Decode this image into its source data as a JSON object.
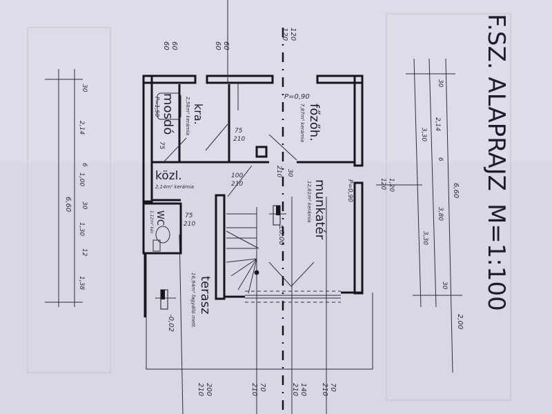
{
  "title": "F.SZ. ALAPRAJZ",
  "scale": "M=1:100",
  "rooms": {
    "mosdo": {
      "name": "mosdó",
      "height": "P=1,50",
      "dim": "75"
    },
    "kamra": {
      "name": "kra.",
      "area": "2,56m² kerámia",
      "door": [
        "75",
        "210"
      ]
    },
    "fozo": {
      "name": "főzőh.",
      "area": "7,87m² kerámia",
      "window": "P=0,90"
    },
    "kozl": {
      "name": "közl.",
      "area": "2,14m² kerámia",
      "door": [
        "100",
        "210"
      ]
    },
    "wc": {
      "name": "WC",
      "area": "1,12m² kér.",
      "door": [
        "75",
        "210"
      ]
    },
    "munkater": {
      "name": "munkatér",
      "area": "12,61m² kerámia",
      "level": "±0,00",
      "window": "P=0,90",
      "door": [
        "30",
        "210"
      ]
    },
    "terasz": {
      "name": "terasz",
      "area": "16,94m² fagyálló mett.",
      "level": "-0,02"
    }
  },
  "top_dims": [
    [
      "120",
      "120"
    ],
    [
      "60",
      "60"
    ],
    [
      "60",
      "60"
    ]
  ],
  "bottom_dims": [
    [
      "200",
      "210"
    ],
    [
      "70",
      "210"
    ],
    [
      "140",
      "210"
    ],
    [
      "70",
      "210"
    ]
  ],
  "left_dims": {
    "segments": [
      "30",
      "2,14",
      "6",
      "1,00",
      "30",
      "1,30",
      "12",
      "1,38"
    ],
    "total": "6,60"
  },
  "right_dims": {
    "inner": [
      "30",
      "2,14",
      "6",
      "3,80",
      "30"
    ],
    "outer": [
      "3,30",
      "3,30"
    ],
    "total": "6,60",
    "extra": "2,00",
    "opening": [
      "1,20",
      "120"
    ]
  }
}
